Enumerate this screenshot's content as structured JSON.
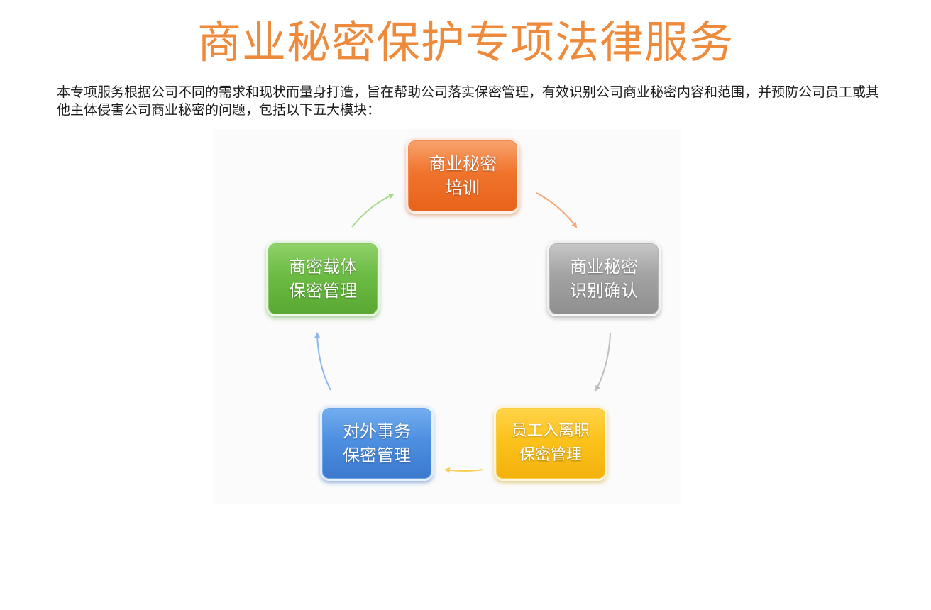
{
  "title": "商业秘密保护专项法律服务",
  "intro": "本专项服务根据公司不同的需求和现状而量身打造，旨在帮助公司落实保密管理，有效识别公司商业秘密内容和范围，并预防公司员工或其他主体侵害公司商业秘密的问题，包括以下五大模块：",
  "diagram": {
    "type": "cycle",
    "nodes": [
      {
        "line1": "商业秘密",
        "line2": "培训",
        "color": "#f0742c"
      },
      {
        "line1": "商业秘密",
        "line2": "识别确认",
        "color": "#a3a3a3"
      },
      {
        "line1": "员工入离职",
        "line2": "保密管理",
        "color": "#fbc21c"
      },
      {
        "line1": "对外事务",
        "line2": "保密管理",
        "color": "#4d8fe0"
      },
      {
        "line1": "商密载体",
        "line2": "保密管理",
        "color": "#6cbb44"
      }
    ],
    "arrow_colors": [
      "#f4a878",
      "#bdbdbd",
      "#f7cf55",
      "#8fb8ea",
      "#a9d98f"
    ]
  }
}
